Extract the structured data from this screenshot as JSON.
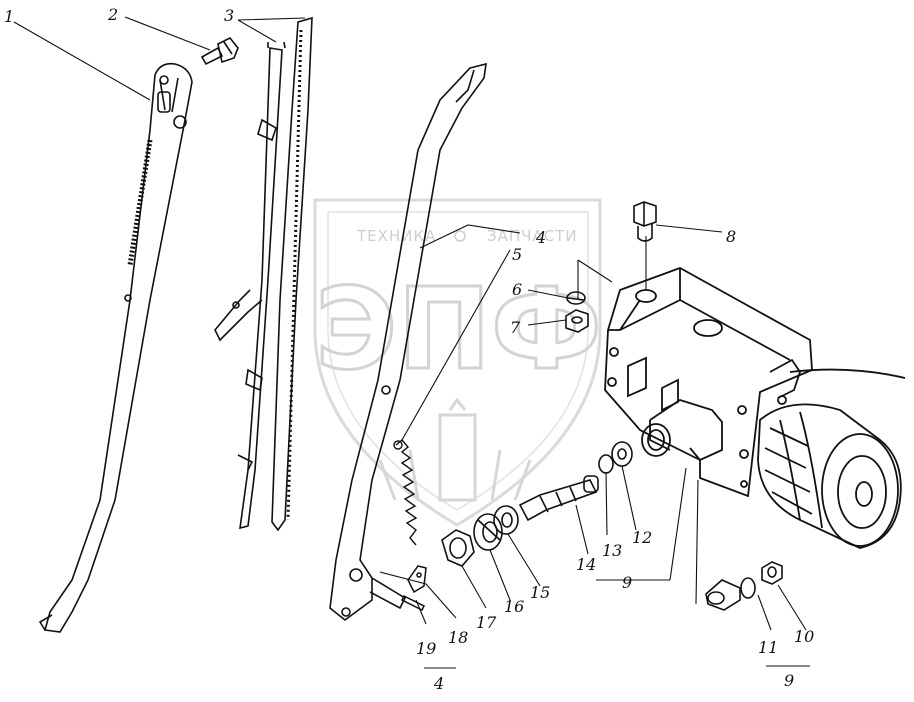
{
  "watermark": {
    "brand_text": "ТЕХНИКА",
    "brand_text2": "ЗАПЧАСТИ",
    "logo_letters": "ЭПФ"
  },
  "colors": {
    "line": "#111111",
    "watermark": "#cfcfcf"
  },
  "callouts": [
    {
      "id": "1",
      "label": "1"
    },
    {
      "id": "2",
      "label": "2"
    },
    {
      "id": "3",
      "label": "3"
    },
    {
      "id": "4a",
      "label": "4"
    },
    {
      "id": "5",
      "label": "5"
    },
    {
      "id": "6",
      "label": "6"
    },
    {
      "id": "7",
      "label": "7"
    },
    {
      "id": "8",
      "label": "8"
    },
    {
      "id": "9a",
      "label": "9"
    },
    {
      "id": "10",
      "label": "10"
    },
    {
      "id": "11",
      "label": "11"
    },
    {
      "id": "9b",
      "label": "9"
    },
    {
      "id": "12",
      "label": "12"
    },
    {
      "id": "13",
      "label": "13"
    },
    {
      "id": "14",
      "label": "14"
    },
    {
      "id": "15",
      "label": "15"
    },
    {
      "id": "16",
      "label": "16"
    },
    {
      "id": "17",
      "label": "17"
    },
    {
      "id": "18",
      "label": "18"
    },
    {
      "id": "19",
      "label": "19"
    },
    {
      "id": "4b",
      "label": "4"
    }
  ]
}
